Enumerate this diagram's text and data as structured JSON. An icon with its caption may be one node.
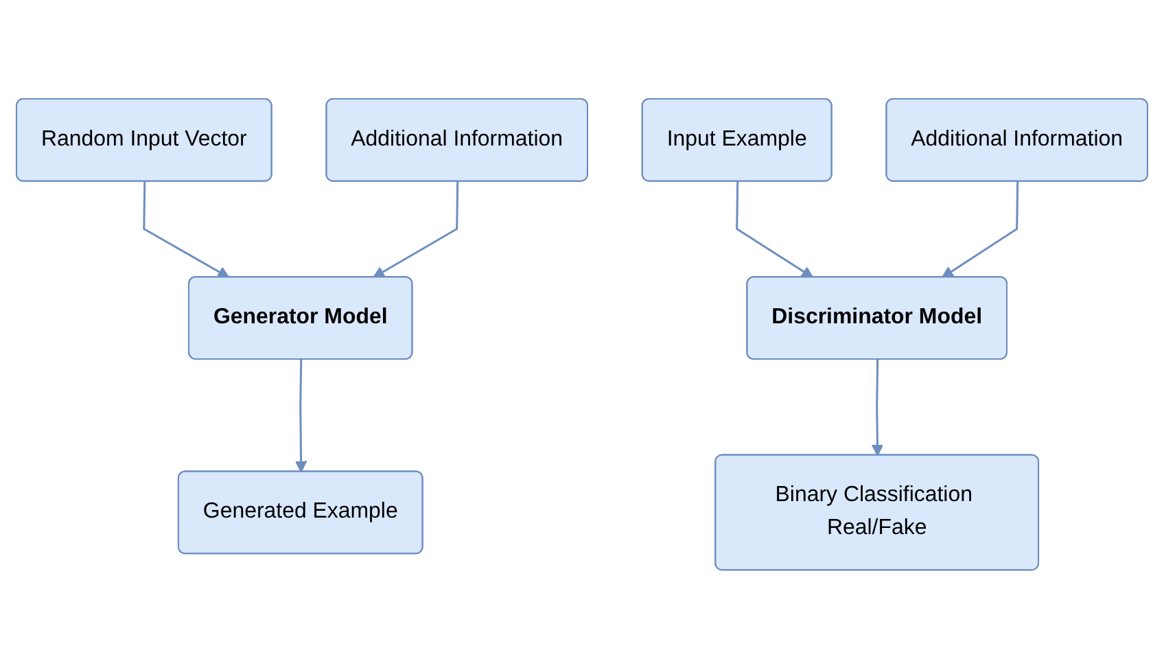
{
  "diagram": {
    "nodes": [
      {
        "text": [
          "Random Input Vector"
        ]
      },
      {
        "text": [
          "Additional Information"
        ]
      },
      {
        "text": [
          "Generator Model"
        ]
      },
      {
        "text": [
          "Generated Example"
        ]
      },
      {
        "text": [
          "Input Example"
        ]
      },
      {
        "text": [
          "Additional Information"
        ]
      },
      {
        "text": [
          "Discriminator Model"
        ]
      },
      {
        "text": [
          "Binary Classification Real/Fake"
        ]
      }
    ],
    "edges": [
      {
        "from": 0,
        "to": 2,
        "arrow": "to"
      },
      {
        "from": 1,
        "to": 2,
        "arrow": "to"
      },
      {
        "from": 2,
        "to": 3,
        "arrow": "to"
      },
      {
        "from": 4,
        "to": 6,
        "arrow": "to"
      },
      {
        "from": 5,
        "to": 6,
        "arrow": "to"
      },
      {
        "from": 6,
        "to": 7,
        "arrow": "to"
      }
    ]
  }
}
